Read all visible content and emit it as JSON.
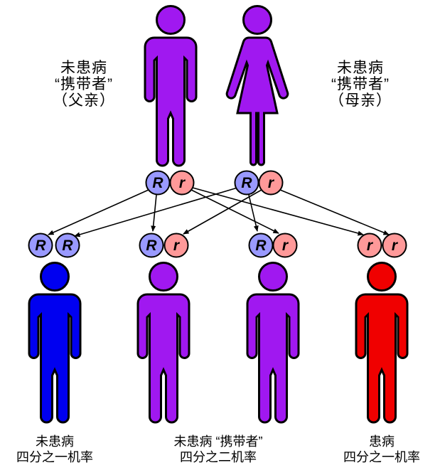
{
  "title": "autosomal-recessive-inheritance-diagram",
  "colors": {
    "carrier_purple": "#A018F0",
    "unaffected_blue": "#0000F0",
    "affected_red": "#F00000",
    "allele_dominant_blue": "#9999FF",
    "allele_recessive_pink": "#FF9999",
    "outline": "#000000",
    "arrow": "#000000"
  },
  "parents": {
    "father": {
      "label": [
        "未患病",
        "“携带者”",
        "（父亲）"
      ],
      "alleles": [
        "R",
        "r"
      ]
    },
    "mother": {
      "label": [
        "未患病",
        "“携带者”",
        "（母亲）"
      ],
      "alleles": [
        "R",
        "r"
      ]
    }
  },
  "children": {
    "child1": {
      "alleles": [
        "R",
        "R"
      ]
    },
    "child2": {
      "alleles": [
        "R",
        "r"
      ]
    },
    "child3": {
      "alleles": [
        "R",
        "r"
      ]
    },
    "child4": {
      "alleles": [
        "r",
        "r"
      ]
    }
  },
  "outcome_labels": {
    "unaffected": [
      "未患病",
      "四分之一机率"
    ],
    "carrier": [
      "未患病 “携带者”",
      "四分之二机率"
    ],
    "affected": [
      "患病",
      "四分之一机率"
    ]
  }
}
